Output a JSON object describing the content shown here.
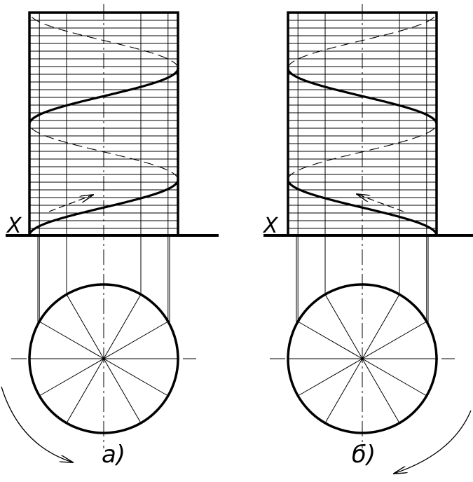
{
  "figures": [
    {
      "id": "a",
      "axis_label": "X",
      "caption": "а)",
      "helix_handedness": "right",
      "rotation": "counterclockwise"
    },
    {
      "id": "b",
      "axis_label": "X",
      "caption": "б)",
      "helix_handedness": "left",
      "rotation": "clockwise"
    }
  ],
  "drawing": {
    "circle_divisions": 12,
    "helix_turns": 2,
    "generator_lines": 12,
    "ink_color": "#000000",
    "background": "#ffffff"
  }
}
